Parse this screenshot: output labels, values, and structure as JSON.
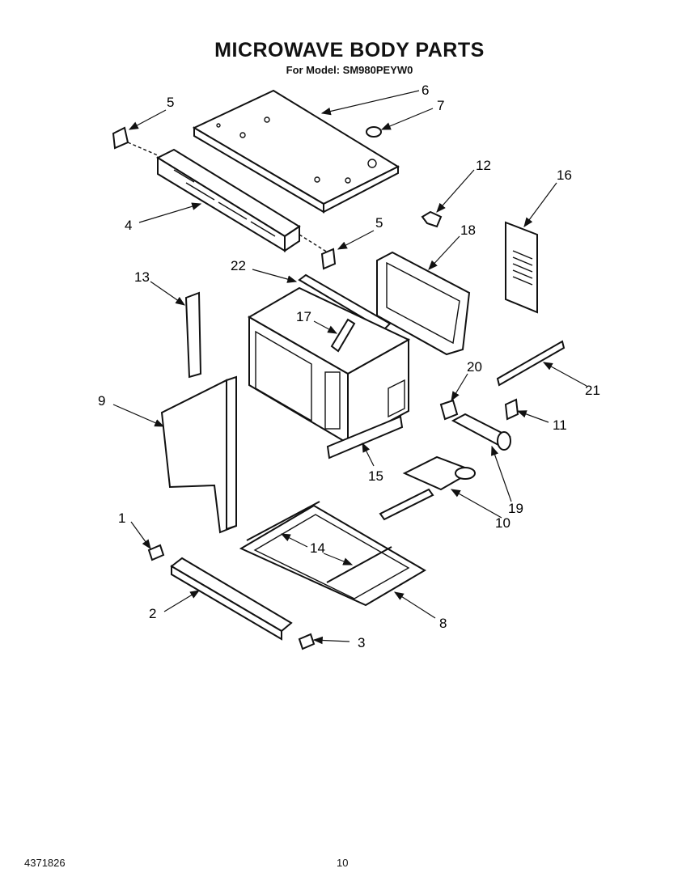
{
  "header": {
    "title": "MICROWAVE BODY PARTS",
    "subtitle": "For Model: SM980PEYW0"
  },
  "footer": {
    "doc_number": "4371826",
    "page_number": "10"
  },
  "callouts": {
    "c1": "1",
    "c2": "2",
    "c3": "3",
    "c4": "4",
    "c5a": "5",
    "c5b": "5",
    "c6": "6",
    "c7": "7",
    "c8": "8",
    "c9": "9",
    "c10": "10",
    "c11": "11",
    "c12": "12",
    "c13": "13",
    "c14": "14",
    "c15": "15",
    "c16": "16",
    "c17": "17",
    "c18": "18",
    "c19": "19",
    "c20": "20",
    "c21": "21",
    "c22": "22"
  }
}
